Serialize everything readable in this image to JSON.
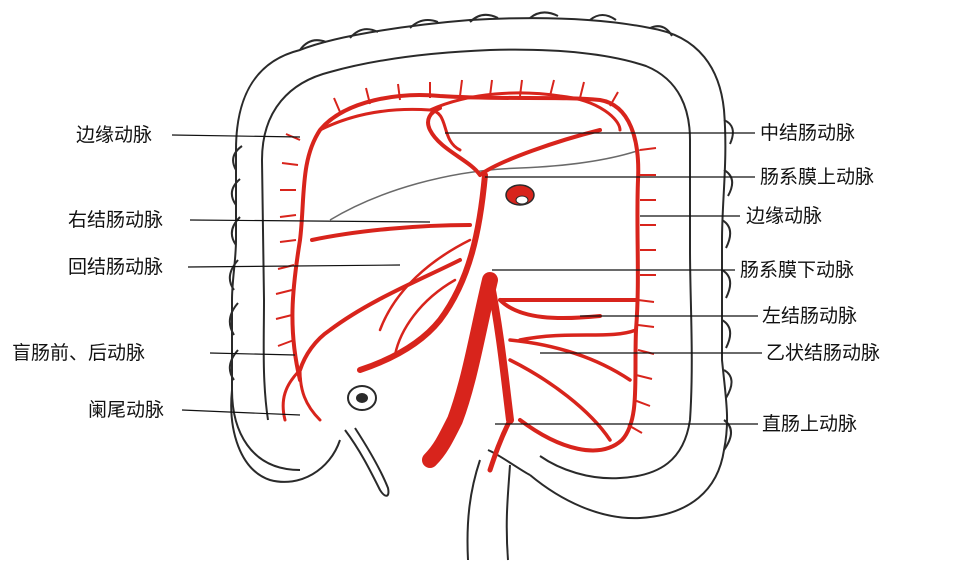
{
  "colors": {
    "artery": "#d8241c",
    "outline": "#2a2a2a",
    "background": "#ffffff"
  },
  "labels": {
    "left": [
      "边缘动脉",
      "右结肠动脉",
      "回结肠动脉",
      "盲肠前、后动脉",
      "阑尾动脉"
    ],
    "right": [
      "中结肠动脉",
      "肠系膜上动脉",
      "边缘动脉",
      "肠系膜下动脉",
      "左结肠动脉",
      "乙状结肠动脉",
      "直肠上动脉"
    ]
  }
}
